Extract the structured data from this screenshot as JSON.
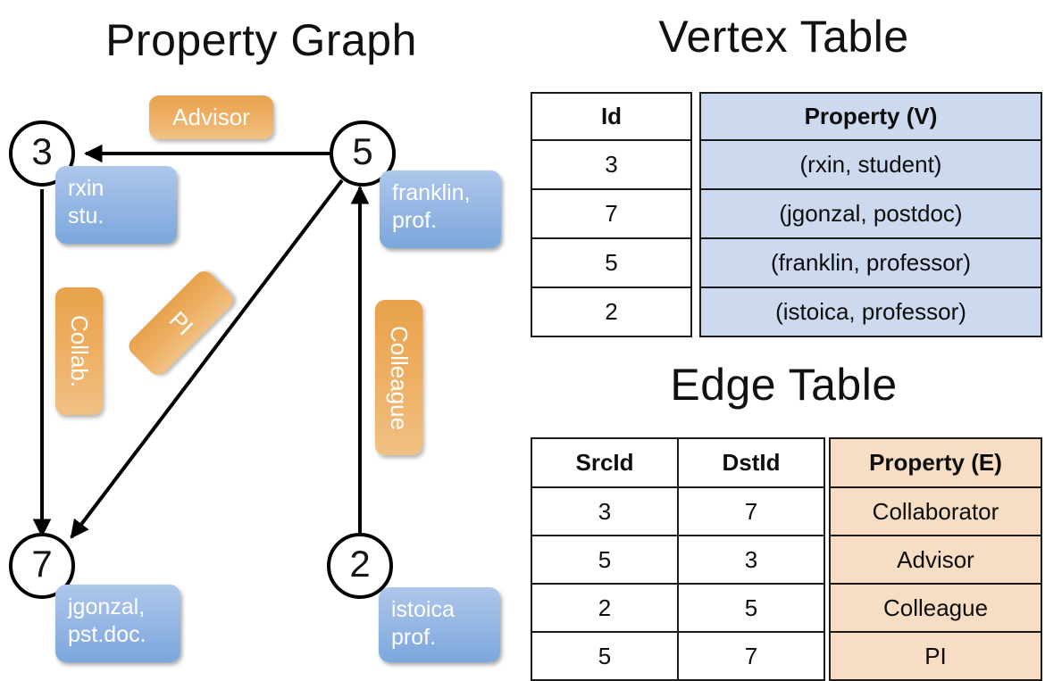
{
  "titles": {
    "property_graph": "Property Graph",
    "vertex_table": "Vertex Table",
    "edge_table": "Edge Table"
  },
  "colors": {
    "vertex_property_fill": "#ccd9ee",
    "edge_property_fill": "#f6ddc3",
    "edge_label_box": "#eead60",
    "vertex_prop_box": "#9dbbe6",
    "stroke": "#000000",
    "text": "#111111"
  },
  "graph": {
    "nodes": [
      {
        "id": "3",
        "property_label": "rxin\nstu."
      },
      {
        "id": "5",
        "property_label": "franklin,\nprof."
      },
      {
        "id": "7",
        "property_label": "jgonzal,\npst.doc."
      },
      {
        "id": "2",
        "property_label": "istoica\nprof."
      }
    ],
    "edge_labels": [
      {
        "name": "advisor",
        "text": "Advisor"
      },
      {
        "name": "collab",
        "text": "Collab."
      },
      {
        "name": "pi",
        "text": "PI"
      },
      {
        "name": "colleague",
        "text": "Colleague"
      }
    ],
    "edges": [
      {
        "src": "5",
        "dst": "3",
        "label": "Advisor"
      },
      {
        "src": "3",
        "dst": "7",
        "label": "Collab."
      },
      {
        "src": "5",
        "dst": "7",
        "label": "PI"
      },
      {
        "src": "2",
        "dst": "5",
        "label": "Colleague"
      }
    ]
  },
  "vertex_table": {
    "headers": [
      "Id",
      "Property (V)"
    ],
    "rows": [
      {
        "id": "3",
        "property": "(rxin, student)"
      },
      {
        "id": "7",
        "property": "(jgonzal, postdoc)"
      },
      {
        "id": "5",
        "property": "(franklin, professor)"
      },
      {
        "id": "2",
        "property": "(istoica, professor)"
      }
    ]
  },
  "edge_table": {
    "headers": [
      "SrcId",
      "DstId",
      "Property (E)"
    ],
    "rows": [
      {
        "src": "3",
        "dst": "7",
        "property": "Collaborator"
      },
      {
        "src": "5",
        "dst": "3",
        "property": "Advisor"
      },
      {
        "src": "2",
        "dst": "5",
        "property": "Colleague"
      },
      {
        "src": "5",
        "dst": "7",
        "property": "PI"
      }
    ]
  }
}
